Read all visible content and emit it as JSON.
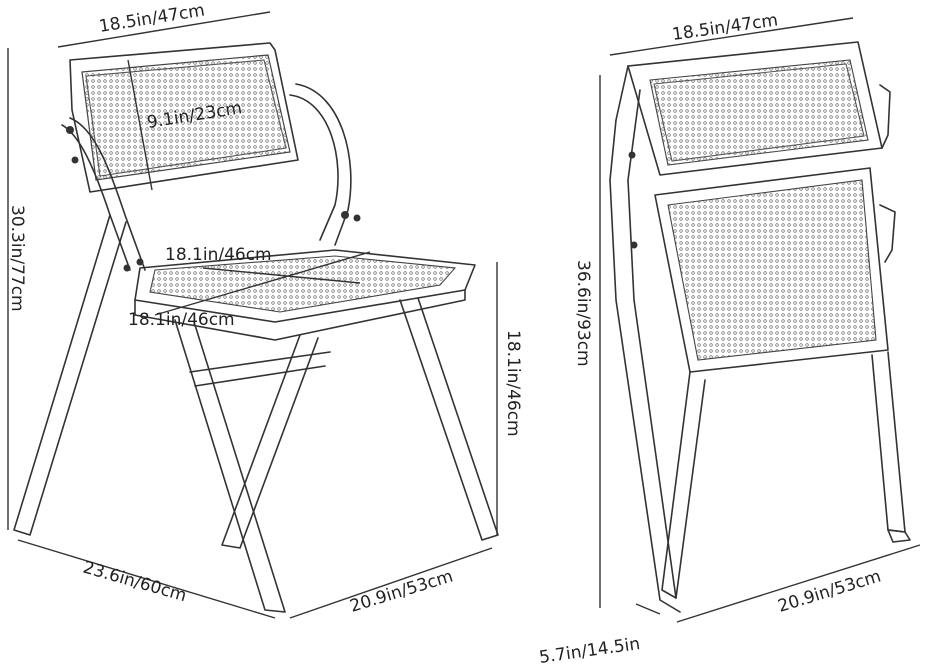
{
  "unfolded": {
    "back_width": "18.5in/47cm",
    "back_height": "9.1in/23cm",
    "total_height": "30.3in/77cm",
    "seat_width": "18.1in/46cm",
    "seat_depth": "18.1in/46cm",
    "seat_height": "18.1in/46cm",
    "floor_depth": "23.6in/60cm",
    "floor_width": "20.9in/53cm"
  },
  "folded": {
    "width": "18.5in/47cm",
    "height": "36.6in/93cm",
    "thickness": "5.7in/14.5in",
    "base_width": "20.9in/53cm"
  }
}
